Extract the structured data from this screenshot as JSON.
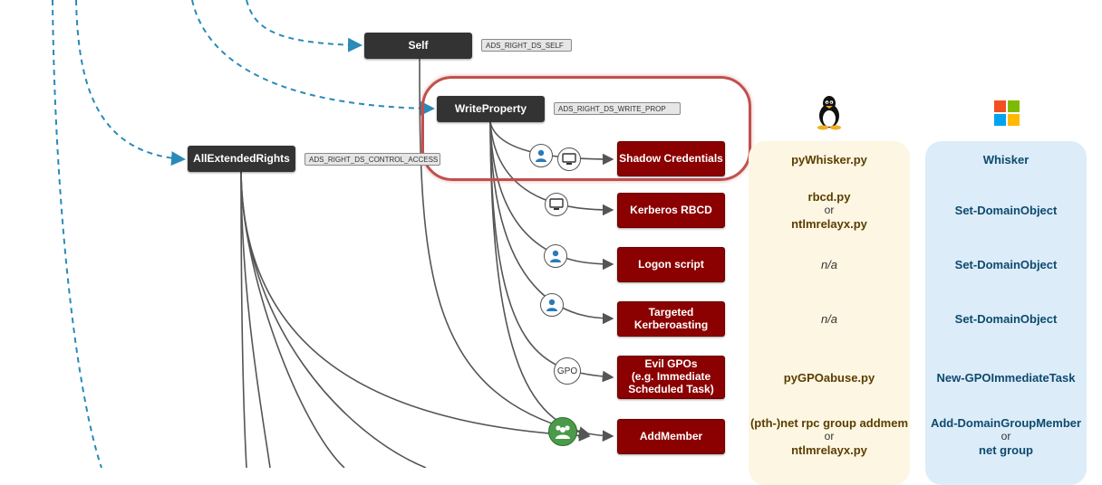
{
  "nodes": {
    "self": {
      "label": "Self",
      "tag": "ADS_RIGHT_DS_SELF"
    },
    "writeproperty": {
      "label": "WriteProperty",
      "tag": "ADS_RIGHT_DS_WRITE_PROP"
    },
    "allextendedrights": {
      "label": "AllExtendedRights",
      "tag": "ADS_RIGHT_DS_CONTROL_ACCESS"
    }
  },
  "attacks": [
    {
      "label": "Shadow Credentials",
      "linux": [
        "pyWhisker.py"
      ],
      "windows": [
        "Whisker"
      ],
      "icons": [
        "user-icon",
        "computer-icon"
      ]
    },
    {
      "label": "Kerberos RBCD",
      "linux": [
        "rbcd.py",
        "or",
        "ntlmrelayx.py"
      ],
      "windows": [
        "Set-DomainObject"
      ],
      "icons": [
        "computer-icon"
      ]
    },
    {
      "label": "Logon script",
      "linux": [
        "n/a"
      ],
      "windows": [
        "Set-DomainObject"
      ],
      "icons": [
        "user-icon"
      ]
    },
    {
      "label": "Targeted\nKerberoasting",
      "linux": [
        "n/a"
      ],
      "windows": [
        "Set-DomainObject"
      ],
      "icons": [
        "user-icon"
      ]
    },
    {
      "label": "Evil GPOs\n(e.g. Immediate\nScheduled Task)",
      "linux": [
        "pyGPOabuse.py"
      ],
      "windows": [
        "New-GPOImmediateTask"
      ],
      "icons": [
        "gpo-icon"
      ]
    },
    {
      "label": "AddMember",
      "linux": [
        "(pth-)net rpc group addmem",
        "or",
        "ntlmrelayx.py"
      ],
      "windows": [
        "Add-DomainGroupMember",
        "or",
        "net group"
      ],
      "icons": [
        "group-icon"
      ]
    }
  ],
  "icons": {
    "gpo_label": "GPO",
    "linux": "linux-tux-icon",
    "windows": "windows-logo-icon"
  },
  "colors": {
    "attack_node": "#8b0000",
    "right_node": "#333333",
    "dashed_edge": "#2a8ab8",
    "highlight": "#c0504d",
    "linux_column": "#fdf6e3",
    "windows_column": "#dcecf8"
  }
}
